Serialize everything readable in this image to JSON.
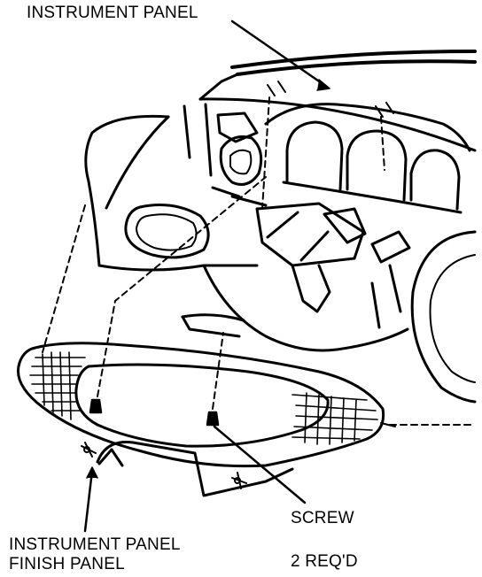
{
  "callouts": {
    "instrument_panel": "INSTRUMENT PANEL",
    "finish_panel_line1": "INSTRUMENT PANEL",
    "finish_panel_line2": "FINISH PANEL",
    "screw": "SCREW",
    "quantity": "2 REQ'D"
  },
  "colors": {
    "ink": "#000000",
    "paper": "#ffffff"
  }
}
